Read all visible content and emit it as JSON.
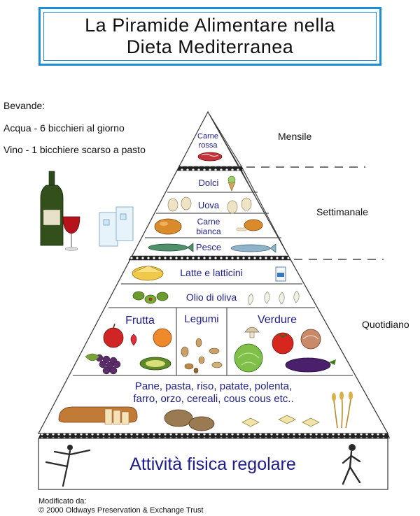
{
  "title": {
    "line1": "La Piramide Alimentare nella",
    "line2": "Dieta Mediterranea"
  },
  "beverages": {
    "heading": "Bevande:",
    "water": "Acqua - 6 bicchieri al giorno",
    "wine": "Vino - 1 bicchiere scarso a pasto"
  },
  "frequency": {
    "monthly": "Mensile",
    "weekly": "Settimanale",
    "daily": "Quotidiano"
  },
  "tiers": {
    "red_meat_line1": "Carne",
    "red_meat_line2": "rossa",
    "sweets": "Dolci",
    "eggs": "Uova",
    "poultry_line1": "Carne",
    "poultry_line2": "bianca",
    "fish": "Pesce",
    "dairy": "Latte e latticini",
    "olive_oil": "Olio di oliva",
    "fruit": "Frutta",
    "legumes": "Legumi",
    "vegetables": "Verdure",
    "grains_line1": "Pane, pasta, riso, patate, polenta,",
    "grains_line2": "farro, orzo, cereali, cous cous etc..",
    "activity": "Attività fisica regolare"
  },
  "credit": {
    "line1": "Modificato da:",
    "line2": "© 2000 Oldways Preservation & Exchange Trust"
  },
  "colors": {
    "title_border": "#1d8fd6",
    "label_text": "#1c1c8a"
  }
}
